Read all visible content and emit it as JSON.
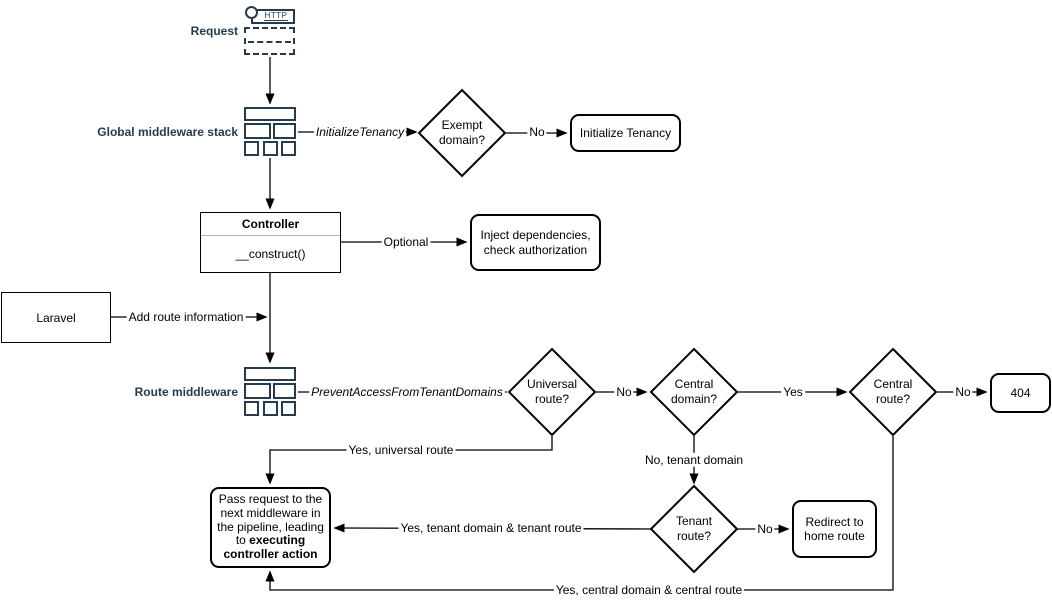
{
  "colors": {
    "label_navy": "#273b4f",
    "line_black": "#000000",
    "shape_fill": "#ffffff"
  },
  "icons": {
    "http_label": "HTTP"
  },
  "side_labels": {
    "request": "Request",
    "global_middleware": "Global middleware stack",
    "route_middleware": "Route middleware"
  },
  "nodes": {
    "exempt_domain": "Exempt\ndomain?",
    "initialize_tenancy": "Initialize Tenancy",
    "controller_title": "Controller",
    "controller_method": "__construct()",
    "inject": "Inject dependencies,\ncheck authorization",
    "laravel": "Laravel",
    "universal_route": "Universal\nroute?",
    "central_domain": "Central\ndomain?",
    "central_route": "Central\nroute?",
    "not_found": "404",
    "tenant_route": "Tenant\nroute?",
    "redirect": "Redirect to\nhome route",
    "pass_normal": "Pass request to the next middleware in the pipeline, leading to ",
    "pass_bold": "executing controller action"
  },
  "edge_labels": {
    "initialize_tenancy": "InitializeTenancy",
    "no_exempt": "No",
    "optional": "Optional",
    "add_route_information": "Add route information",
    "prevent_access": "PreventAccessFromTenantDomains",
    "no_universal": "No",
    "yes_central_domain": "Yes",
    "no_central_route": "No",
    "no_tenant_domain": "No, tenant domain",
    "no_tenant_route": "No",
    "yes_universal_route": "Yes, universal route",
    "yes_tenant": "Yes, tenant domain & tenant route",
    "yes_central": "Yes, central domain & central route"
  }
}
